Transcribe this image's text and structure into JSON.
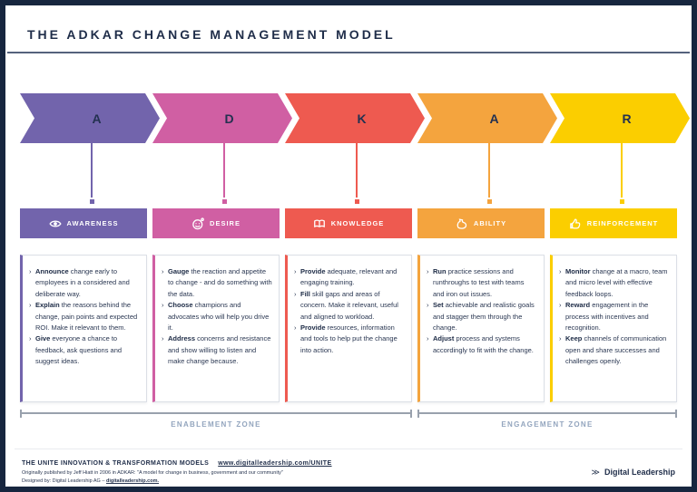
{
  "page": {
    "title": "THE ADKAR CHANGE MANAGEMENT MODEL"
  },
  "columns": [
    {
      "letter": "A",
      "label": "AWARENESS",
      "icon": "eye-icon",
      "color": "#7264ac",
      "items": [
        {
          "lead": "Announce",
          "text": "change early to employees in a considered and deliberate way."
        },
        {
          "lead": "Explain",
          "text": "the reasons behind the change, pain points and expected ROI. Make it relevant to them."
        },
        {
          "lead": "Give",
          "text": "everyone a chance to feedback, ask questions and suggest ideas."
        }
      ]
    },
    {
      "letter": "D",
      "label": "DESIRE",
      "icon": "smiley-icon",
      "color": "#d05fa3",
      "items": [
        {
          "lead": "Gauge",
          "text": "the reaction and appetite to change - and do something with the data."
        },
        {
          "lead": "Choose",
          "text": "champions and advocates who will help you drive it."
        },
        {
          "lead": "Address",
          "text": "concerns and resistance and show willing to listen and make change because."
        }
      ]
    },
    {
      "letter": "K",
      "label": "KNOWLEDGE",
      "icon": "book-icon",
      "color": "#ee5a50",
      "items": [
        {
          "lead": "Provide",
          "text": "adequate, relevant and engaging training."
        },
        {
          "lead": "Fill",
          "text": "skill gaps and areas of concern. Make it relevant, useful and aligned to workload."
        },
        {
          "lead": "Provide",
          "text": "resources, information and tools to help put the change into action."
        }
      ]
    },
    {
      "letter": "A",
      "label": "ABILITY",
      "icon": "flex-arm-icon",
      "color": "#f4a43e",
      "items": [
        {
          "lead": "Run",
          "text": "practice sessions and runthroughs to test with teams and iron out issues."
        },
        {
          "lead": "Set",
          "text": "achievable and realistic goals and stagger them through the change."
        },
        {
          "lead": "Adjust",
          "text": "process and systems accordingly to fit with the change."
        }
      ]
    },
    {
      "letter": "R",
      "label": "REINFORCEMENT",
      "icon": "thumbs-up-icon",
      "color": "#fbce00",
      "items": [
        {
          "lead": "Monitor",
          "text": "change at a macro, team and micro level with effective feedback loops."
        },
        {
          "lead": "Reward",
          "text": "engagement in the process with incentives and recognition."
        },
        {
          "lead": "Keep",
          "text": "channels of communication open and share successes and challenges openly."
        }
      ]
    }
  ],
  "zones": [
    {
      "label": "ENABLEMENT ZONE"
    },
    {
      "label": "ENGAGEMENT ZONE"
    }
  ],
  "footer": {
    "title": "THE UNITE INNOVATION & TRANSFORMATION MODELS",
    "link": "www.digitalleadership.com/UNITE",
    "line2": "Originally published by Jeff Hiatt in 2006 in ADKAR: \"A model for change in business, government and our community\"",
    "line3_prefix": "Designed by: Digital Leadership AG – ",
    "line3_link": "digitalleadership.com.",
    "logo_mark": "≫",
    "logo_name": "Digital Leadership"
  }
}
